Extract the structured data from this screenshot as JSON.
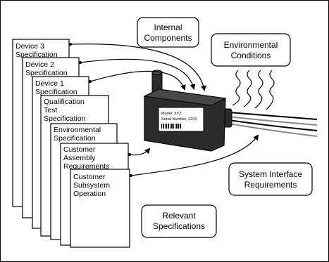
{
  "documents": [
    {
      "lines": [
        "Device 3",
        "Specification"
      ]
    },
    {
      "lines": [
        "Device 2",
        "Specification"
      ]
    },
    {
      "lines": [
        "Device 1",
        "Specification"
      ]
    },
    {
      "lines": [
        "Qualification",
        "Test",
        "Specification"
      ]
    },
    {
      "lines": [
        "Environmental",
        "Specification"
      ]
    },
    {
      "lines": [
        "Customer",
        "Assembly",
        "Requirements"
      ]
    },
    {
      "lines": [
        "Customer",
        "Subsystem",
        "Operation"
      ]
    }
  ],
  "callouts": {
    "internal_components": [
      "Internal",
      "Components"
    ],
    "environmental_conditions": [
      "Environmental",
      "Conditions"
    ],
    "system_interface": [
      "System Interface",
      "Requirements"
    ],
    "relevant_specifications": [
      "Relevant",
      "Specifications"
    ]
  },
  "device": {
    "model_label": "Model: XYZ",
    "serial_label": "Serial Number, 1234"
  },
  "colors": {
    "line": "#000000",
    "device_body": "#2b2b2b",
    "device_face": "#3a3a3a",
    "paper": "#ffffff"
  }
}
